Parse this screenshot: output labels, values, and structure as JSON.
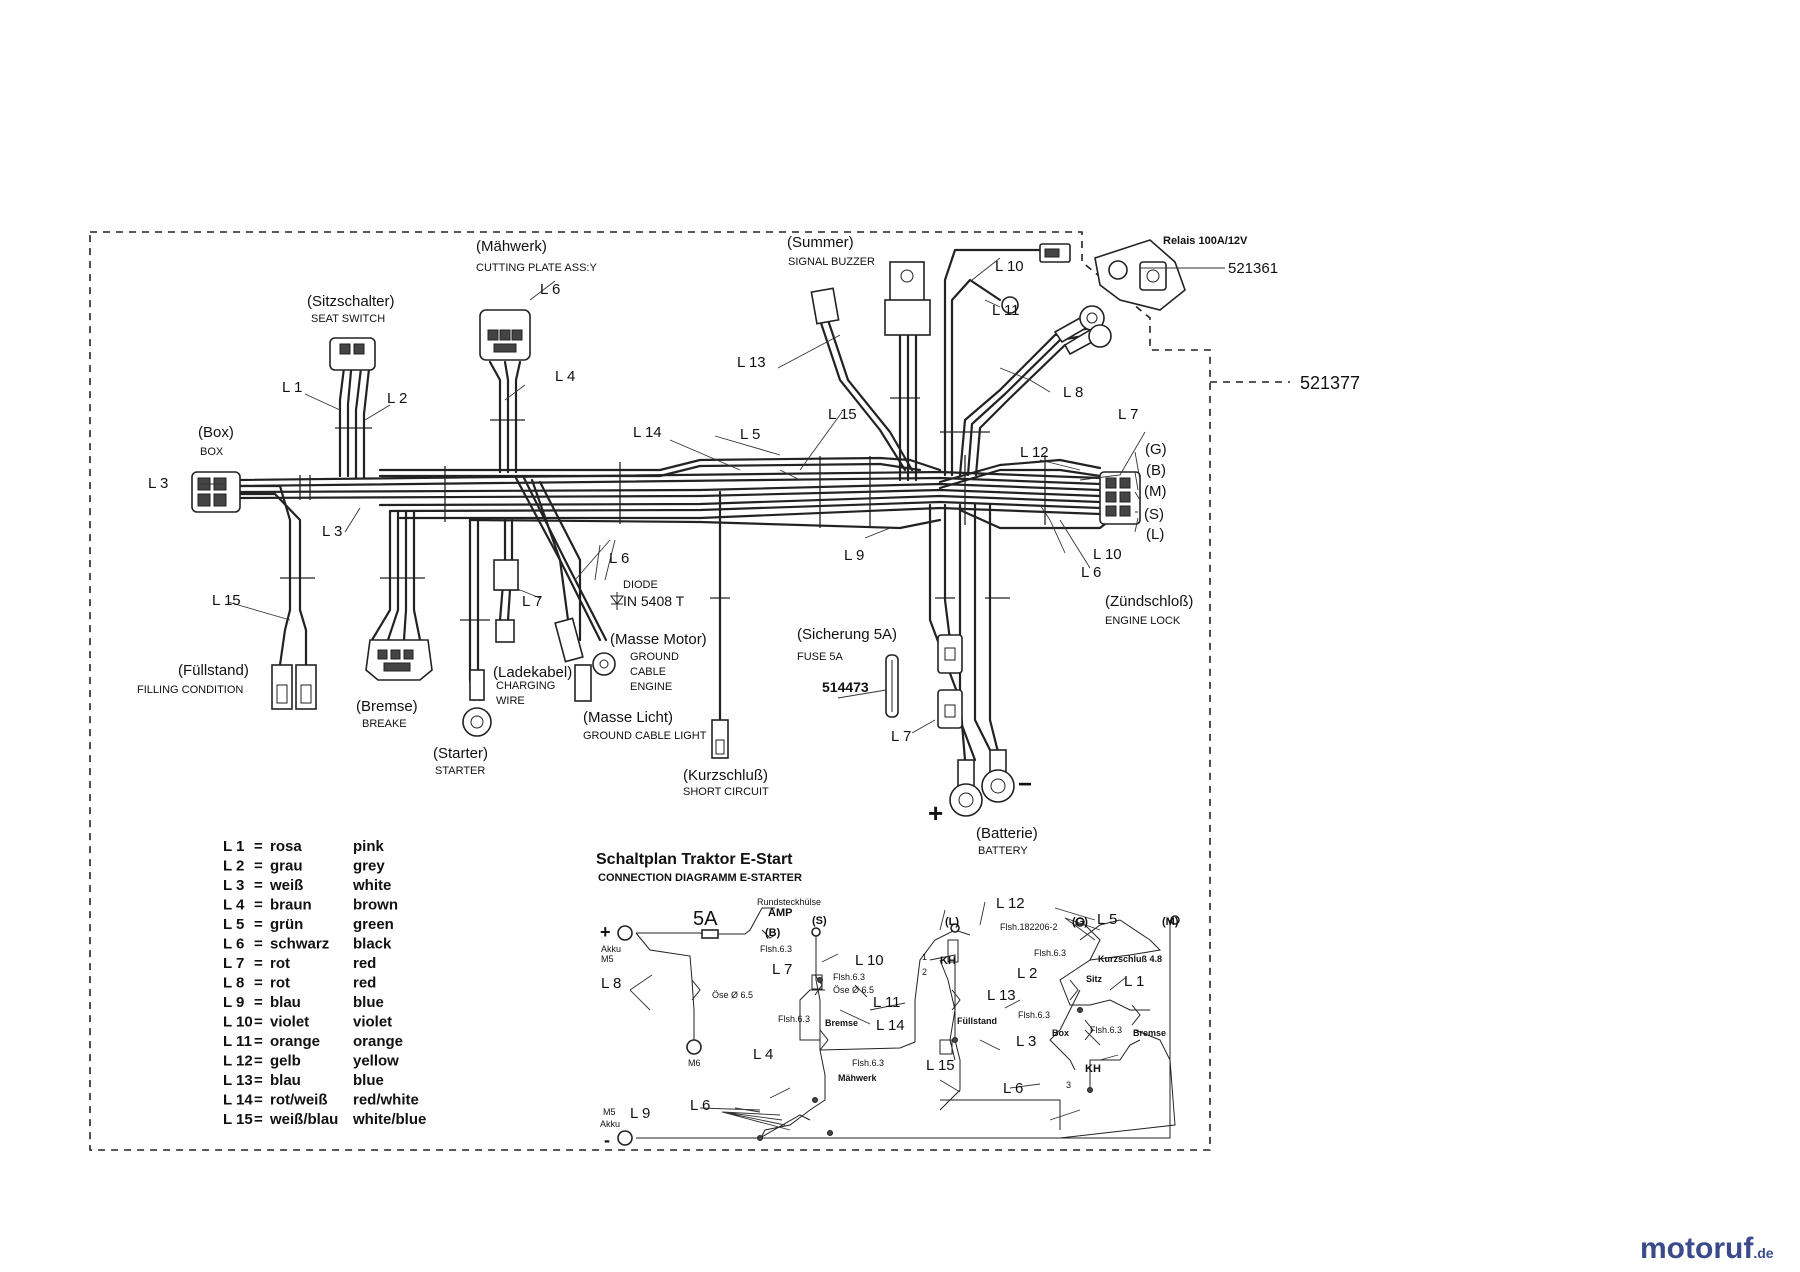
{
  "refs": {
    "harness": "521377",
    "relay_part": "521361",
    "fuse_part": "514473"
  },
  "components": {
    "relay": {
      "label": "Relais 100A/12V"
    },
    "summer": {
      "de": "(Summer)",
      "en": "SIGNAL BUZZER"
    },
    "maehwerk": {
      "de": "(Mähwerk)",
      "en": "CUTTING PLATE ASS:Y"
    },
    "sitzschalter": {
      "de": "(Sitzschalter)",
      "en": "SEAT SWITCH"
    },
    "box": {
      "de": "(Box)",
      "en": "BOX"
    },
    "fuellstand": {
      "de": "(Füllstand)",
      "en": "FILLING CONDITION"
    },
    "bremse": {
      "de": "(Bremse)",
      "en": "BREAKE"
    },
    "starter": {
      "de": "(Starter)",
      "en": "STARTER"
    },
    "ladekabel": {
      "de": "(Ladekabel)",
      "en1": "CHARGING",
      "en2": "WIRE"
    },
    "masse_motor": {
      "de": "(Masse Motor)",
      "en1": "GROUND",
      "en2": "CABLE",
      "en3": "ENGINE"
    },
    "masse_licht": {
      "de": "(Masse Licht)",
      "en": "GROUND CABLE LIGHT"
    },
    "kurzschluss": {
      "de": "(Kurzschluß)",
      "en": "SHORT CIRCUIT"
    },
    "sicherung": {
      "de": "(Sicherung 5A)",
      "en": "FUSE 5A"
    },
    "batterie": {
      "de": "(Batterie)",
      "en": "BATTERY",
      "plus": "+",
      "minus": "−"
    },
    "zuendschloss": {
      "de": "(Zündschloß)",
      "en": "ENGINE LOCK",
      "terminals": [
        "(G)",
        "(B)",
        "(M)",
        "(S)",
        "(L)"
      ]
    },
    "diode": {
      "title": "DIODE",
      "part": "IN 5408 T"
    }
  },
  "wire_labels": {
    "l1": "L 1",
    "l2": "L 2",
    "l3a": "L 3",
    "l3b": "L 3",
    "l4": "L 4",
    "l5": "L 5",
    "l6a": "L 6",
    "l6b": "L 6",
    "l6c": "L 6",
    "l7a": "L 7",
    "l7b": "L 7",
    "l7c": "L 7",
    "l8": "L 8",
    "l9": "L 9",
    "l10a": "L 10",
    "l10b": "L 10",
    "l11": "L 11",
    "l12": "L 12",
    "l13": "L 13",
    "l14": "L 14",
    "l15a": "L 15",
    "l15b": "L 15"
  },
  "legend": [
    {
      "code": "L 1",
      "de": "rosa",
      "en": "pink"
    },
    {
      "code": "L 2",
      "de": "grau",
      "en": "grey"
    },
    {
      "code": "L 3",
      "de": "weiß",
      "en": "white"
    },
    {
      "code": "L 4",
      "de": "braun",
      "en": "brown"
    },
    {
      "code": "L 5",
      "de": "grün",
      "en": "green"
    },
    {
      "code": "L 6",
      "de": "schwarz",
      "en": "black"
    },
    {
      "code": "L 7",
      "de": "rot",
      "en": "red"
    },
    {
      "code": "L 8",
      "de": "rot",
      "en": "red"
    },
    {
      "code": "L 9",
      "de": "blau",
      "en": "blue"
    },
    {
      "code": "L 10",
      "de": "violet",
      "en": "violet"
    },
    {
      "code": "L 11",
      "de": "orange",
      "en": "orange"
    },
    {
      "code": "L 12",
      "de": "gelb",
      "en": "yellow"
    },
    {
      "code": "L 13",
      "de": "blau",
      "en": "blue"
    },
    {
      "code": "L 14",
      "de": "rot/weiß",
      "en": "red/white"
    },
    {
      "code": "L 15",
      "de": "weiß/blau",
      "en": "white/blue"
    }
  ],
  "schematic": {
    "title_de": "Schaltplan Traktor E-Start",
    "title_en": "CONNECTION DIAGRAMM E-STARTER",
    "plus": "+",
    "minus": "-",
    "akku": "Akku",
    "m5": "M5",
    "m6": "M6",
    "fuse": "5A",
    "rundsteck": "Rundsteckhülse",
    "amp": "AMP",
    "b": "(B)",
    "s": "(S)",
    "l": "(L)",
    "g": "(G)",
    "m": "(M)",
    "flsh63": "Flsh.6.3",
    "oese65": "Öse Ø 6.5",
    "flsh182206": "Flsh.182206-2",
    "kh": "KH",
    "kurzschluss48": "Kurzschluß 4.8",
    "sitz": "Sitz",
    "bremse": "Bremse",
    "box": "Box",
    "fuellstand": "Füllstand",
    "maehwerk": "Mähwerk",
    "n1": "1",
    "n2": "2",
    "n3": "3",
    "labels": {
      "l6": "L 6",
      "l7": "L 7",
      "l8": "L 8",
      "l9": "L 9",
      "l10": "L 10",
      "l11": "L 11",
      "l12": "L 12",
      "l13": "L 13",
      "l14": "L 14",
      "l15": "L 15",
      "l4": "L 4",
      "l5": "L 5",
      "l1": "L 1",
      "l2": "L 2",
      "l3": "L 3",
      "l6b": "L 6"
    }
  },
  "watermark": {
    "brand": "motoruf",
    "tld": ".de",
    "color_o": "#d9822b",
    "color_text": "#3a4a8a"
  }
}
